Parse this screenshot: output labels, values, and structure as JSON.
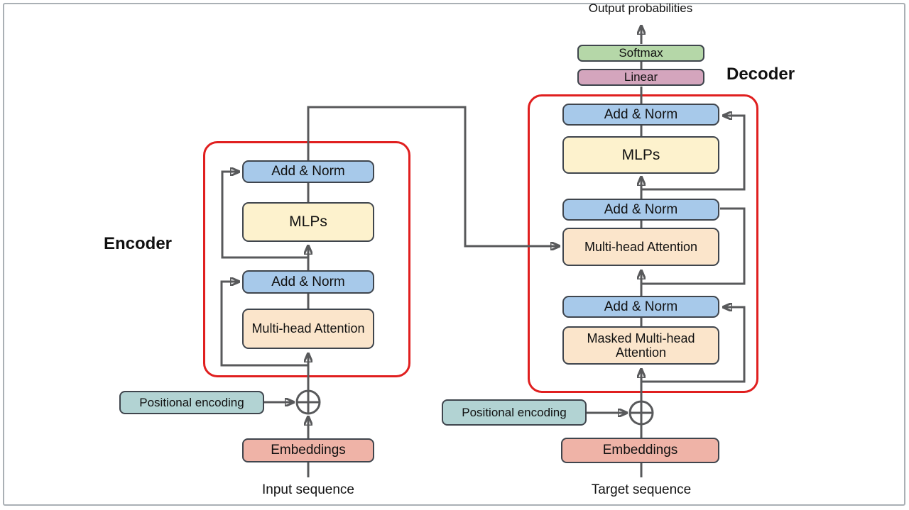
{
  "title": "Transformer encoder-decoder architecture diagram",
  "colors": {
    "add_norm": "#a7c9ea",
    "mlp": "#fdf2cd",
    "attention": "#fbe5cb",
    "positional": "#b2d3d3",
    "embedding": "#efb3a7",
    "softmax": "#b5d7a8",
    "linear": "#d4a5bd",
    "group_outline": "#e01f1f",
    "connector": "#58595b"
  },
  "labels": {
    "output_probabilities": "Output probabilities",
    "input_sequence": "Input sequence",
    "target_sequence": "Target sequence"
  },
  "encoder": {
    "title": "Encoder",
    "blocks": {
      "add_norm_top": "Add & Norm",
      "mlps": "MLPs",
      "add_norm_bottom": "Add & Norm",
      "multi_head_attention": "Multi-head Attention",
      "positional_encoding": "Positional encoding",
      "embeddings": "Embeddings"
    }
  },
  "decoder": {
    "title": "Decoder",
    "blocks": {
      "softmax": "Softmax",
      "linear": "Linear",
      "add_norm_top": "Add & Norm",
      "mlps": "MLPs",
      "add_norm_mid": "Add & Norm",
      "multi_head_attention": "Multi-head Attention",
      "add_norm_bottom": "Add & Norm",
      "masked_multi_head_attention": "Masked Multi-head Attention",
      "positional_encoding": "Positional encoding",
      "embeddings": "Embeddings"
    }
  }
}
